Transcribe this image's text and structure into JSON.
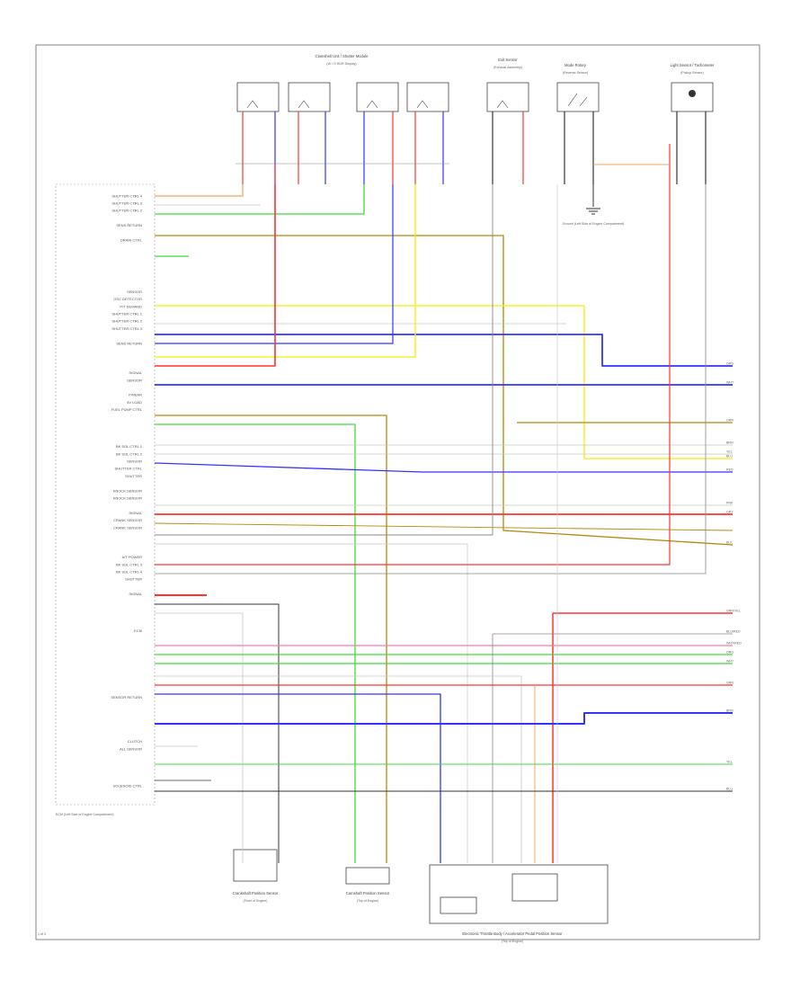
{
  "diagram": {
    "page_number": "1 of 3",
    "colors": {
      "orange": "#f4a460",
      "white": "#c8c8c8",
      "green": "#3fdc3f",
      "brown": "#b8860b",
      "yellow": "#f0f000",
      "blue": "#3333ff",
      "red": "#ff3333",
      "pink": "#ff77aa",
      "gray": "#888888",
      "black": "#333333"
    },
    "components_top": [
      {
        "title": "Clamshell Unit / Shutter Module",
        "sub": "(W / O HDR Display)"
      },
      {
        "title": "Exit Sensor",
        "sub": "(Exhaust Assembly)"
      },
      {
        "title": "Mode Rotary",
        "sub": "(Reverse Sensor)"
      },
      {
        "title": "Light Sensor / Tachometer",
        "sub": "(Pickup Sensor)"
      }
    ],
    "ground_label": "Ground (Left Side of Engine Compartment)",
    "ecm_label": "ECM (Left Side of Engine Compartment)",
    "bottom_components": [
      {
        "title": "Crankshaft Position Sensor",
        "sub": "(Front of Engine)"
      },
      {
        "title": "Camshaft Position Sensor",
        "sub": "(Top of Engine)"
      },
      {
        "title": "Electronic Throttle Body / Accelerator Pedal Position Sensor",
        "sub": "(Top of Engine)"
      }
    ],
    "ecm_pins": [
      "SHUTTER CTRL 4",
      "SHUTTER CTRL 3",
      "SHUTTER CTRL 2",
      "",
      "SENS RETURN",
      "",
      "DRAIN CTRL",
      "",
      "",
      "",
      "",
      "",
      "",
      "SENSOR",
      "OSC DETECTOR",
      "P/T DEMAND",
      "SHUTTER CTRL 1",
      "SHUTTER CTRL 2",
      "SHUTTER CTRL 3",
      "",
      "SENS RETURN",
      "",
      "",
      "",
      "SIGNAL",
      "SENSOR",
      "",
      "P/NEAR",
      "5V LOAD",
      "FUEL PUMP CTRL",
      "",
      "",
      "",
      "",
      "BK SOL CTRL 1",
      "BK SOL CTRL 2",
      "SENSOR",
      "SHUTTER CTRL",
      "SHUTTER",
      "",
      "KNOCK SENSOR",
      "KNOCK SENSOR",
      "",
      "SIGNAL",
      "CRANK SENSOR",
      "CRANK SENSOR",
      "",
      "",
      "",
      "A/T POWER",
      "BK SOL CTRL 3",
      "BK SOL CTRL 4",
      "SHUTTER",
      "",
      "SIGNAL",
      "",
      "",
      "",
      "",
      "ECM",
      "",
      "",
      "",
      "",
      "",
      "",
      "",
      "",
      "SENSOR RETURN",
      "",
      "",
      "",
      "",
      "",
      "CLUTCH",
      "ALL SENSOR",
      "",
      "",
      "",
      "",
      "SOLENOID CTRL",
      "",
      "",
      "",
      ""
    ],
    "wire_labels": [
      "ORG",
      "WHT",
      "GRN",
      "BRN",
      "YEL",
      "BLU",
      "RED",
      "PNK",
      "GRY",
      "BLK",
      "GRN/YEL",
      "BLU/RED",
      "WHT/RED"
    ]
  }
}
